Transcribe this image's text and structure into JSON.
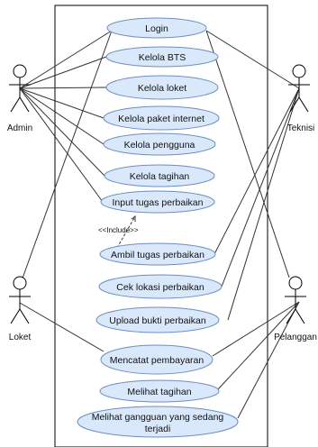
{
  "diagram": {
    "colors": {
      "usecase_fill": "#dae8fc",
      "usecase_stroke": "#6c8ebf",
      "line": "#333333",
      "boundary": "#000000"
    },
    "actors": {
      "admin": "Admin",
      "teknisi": "Teknisi",
      "loket": "Loket",
      "pelanggan": "Pelanggan"
    },
    "usecases": {
      "login": "Login",
      "kelola_bts": "Kelola BTS",
      "kelola_loket": "Kelola loket",
      "kelola_paket": "Kelola paket internet",
      "kelola_pengguna": "Kelola pengguna",
      "kelola_tagihan": "Kelola tagihan",
      "input_tugas": "Input tugas perbaikan",
      "ambil_tugas": "Ambil tugas perbaikan",
      "cek_lokasi": "Cek lokasi perbaikan",
      "upload_bukti": "Upload bukti perbaikan",
      "mencatat": "Mencatat pembayaran",
      "melihat_tagihan": "Melihat tagihan",
      "melihat_gangguan_line1": "Melihat gangguan yang sedang",
      "melihat_gangguan_line2": "terjadi"
    },
    "include_label": "<<Include>>"
  }
}
